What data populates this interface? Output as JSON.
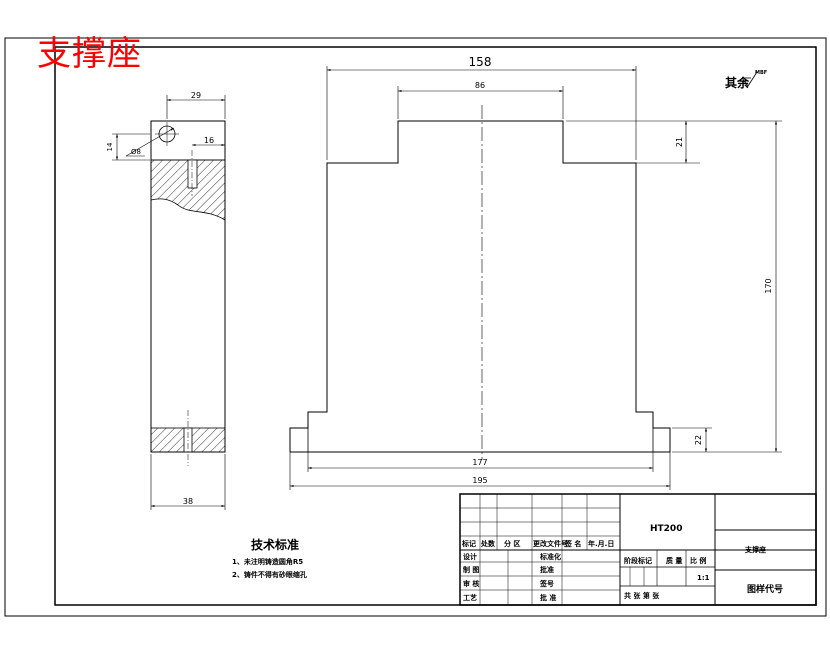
{
  "title": "支撑座",
  "surface_finish": {
    "label": "其余",
    "value": "MBF"
  },
  "dimensions": {
    "overall_width": "158",
    "top_gap": "86",
    "notch_height": "21",
    "total_height": "170",
    "base_height": "22",
    "inner_base": "177",
    "outer_base": "195",
    "side_width_top": "29",
    "hole_offset": "16",
    "hole_height": "14",
    "hole_dia": "Ø8",
    "side_width_bottom": "38"
  },
  "technical_requirements": {
    "title": "技术标准",
    "items": [
      "1、未注明铸造圆角R5",
      "2、铸件不得有砂眼缩孔"
    ]
  },
  "title_block": {
    "material": "HT200",
    "part_name": "支撑座",
    "drawing_code": "图样代号",
    "scale": "1:1",
    "rev_headers": [
      "标记",
      "处数",
      "分 区",
      "更改文件号",
      "签 名",
      "年.月.日"
    ],
    "left_labels": [
      "设计",
      "制 图",
      "审 核",
      "工艺"
    ],
    "mid_labels": [
      "标准化",
      "批准",
      "签号",
      "批 准"
    ],
    "stage_labels": [
      "阶段标记",
      "质 量",
      "比 例"
    ],
    "sheet_info": "共   张 第   张"
  }
}
